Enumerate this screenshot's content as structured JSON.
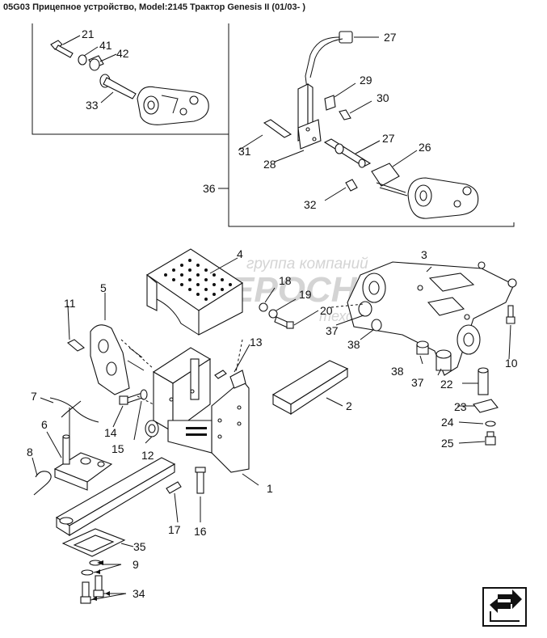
{
  "header": {
    "title": "05G03 Прицепное устройство, Model:2145 Трактор Genesis II (01/03- )"
  },
  "watermark": {
    "line1": "группа компаний",
    "line2": "ЕРОСНАБ",
    "line3": "техсервис"
  },
  "callouts": {
    "c1": "1",
    "c2": "2",
    "c3": "3",
    "c4": "4",
    "c5": "5",
    "c6": "6",
    "c7": "7",
    "c8": "8",
    "c9": "9",
    "c10": "10",
    "c11": "11",
    "c12": "12",
    "c13": "13",
    "c14": "14",
    "c15": "15",
    "c16": "16",
    "c17": "17",
    "c18": "18",
    "c19": "19",
    "c20": "20",
    "c21": "21",
    "c22": "22",
    "c23": "23",
    "c24": "24",
    "c25": "25",
    "c26": "26",
    "c27a": "27",
    "c27b": "27",
    "c28": "28",
    "c29": "29",
    "c30": "30",
    "c31": "31",
    "c32": "32",
    "c33": "33",
    "c34": "34",
    "c35": "35",
    "c36": "36",
    "c37a": "37",
    "c37b": "37",
    "c38a": "38",
    "c38b": "38",
    "c41": "41",
    "c42": "42"
  },
  "nav": {
    "icon": "next-page-arrow-icon"
  }
}
